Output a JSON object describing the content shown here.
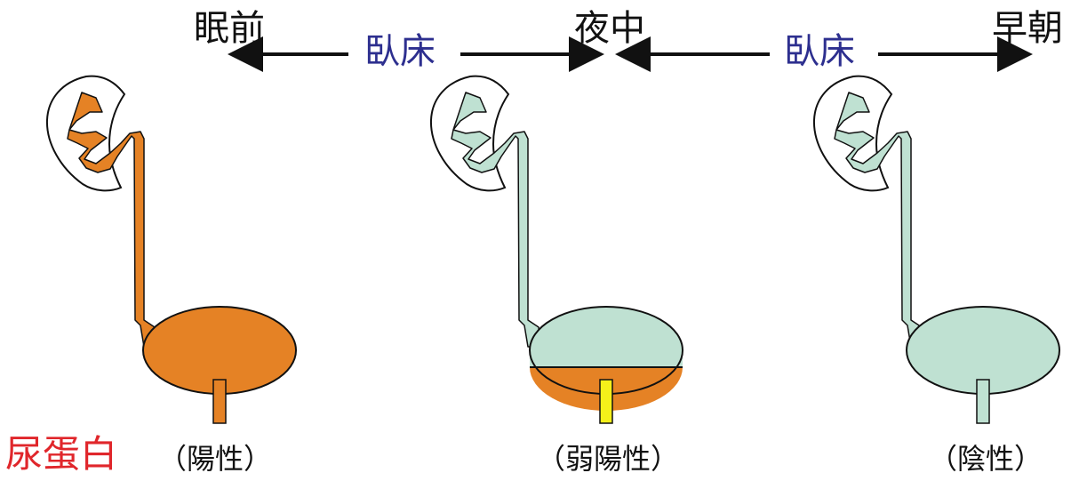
{
  "top_row": {
    "time_labels": [
      "眠前",
      "夜中",
      "早朝"
    ],
    "phase_labels": [
      "臥床",
      "臥床"
    ]
  },
  "panels": [
    {
      "result": "（陽性）",
      "ureter_fill": "#e58225",
      "bladder_upper_fill": "#e58225",
      "bladder_lower_fill": "#e58225",
      "urethra_fill": "#e58225"
    },
    {
      "result": "（弱陽性）",
      "ureter_fill": "#bfe1d2",
      "bladder_upper_fill": "#bfe1d2",
      "bladder_lower_fill": "#e58225",
      "urethra_fill": "#f5f01a"
    },
    {
      "result": "（陰性）",
      "ureter_fill": "#bfe1d2",
      "bladder_upper_fill": "#bfe1d2",
      "bladder_lower_fill": "#bfe1d2",
      "urethra_fill": "#bfe1d2"
    }
  ],
  "footer": {
    "title": "尿蛋白"
  },
  "colors": {
    "phase_text": "#2d2f8f",
    "title_text": "#e0262b",
    "outline": "#111111"
  }
}
